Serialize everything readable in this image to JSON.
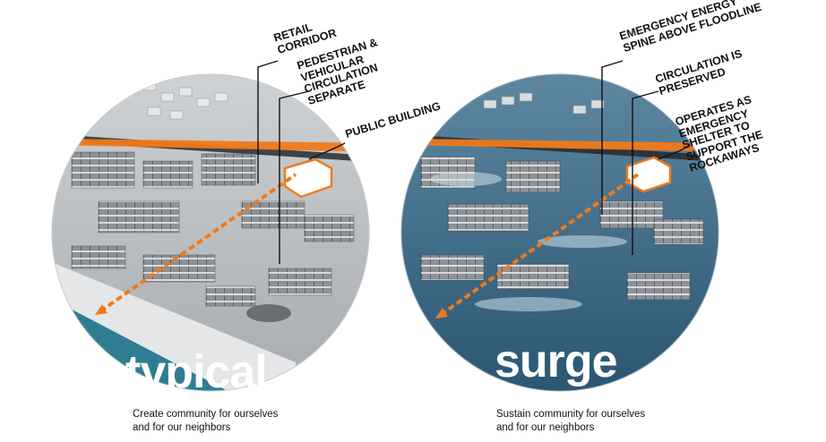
{
  "left": {
    "title": "typical",
    "caption": "Create community for ourselves\nand for our neighbors",
    "callouts": [
      "RETAIL\nCORRIDOR",
      "PEDESTRIAN &\nVEHICULAR\nCIRCULATION\nSEPARATE",
      "PUBLIC BUILDING"
    ]
  },
  "right": {
    "title": "surge",
    "caption": "Sustain community for ourselves\nand for our neighbors",
    "callouts": [
      "EMERGENCY ENERGY\nSPINE ABOVE FLOODLINE",
      "CIRCULATION IS\nPRESERVED",
      "OPERATES AS\nEMERGENCY\nSHELTER TO\nSUPPORT THE\nROCKAWAYS"
    ]
  },
  "colors": {
    "accent": "#f07a1a",
    "typical_ground": "#b8bcbf",
    "surge_water": "#2f5f7f"
  }
}
